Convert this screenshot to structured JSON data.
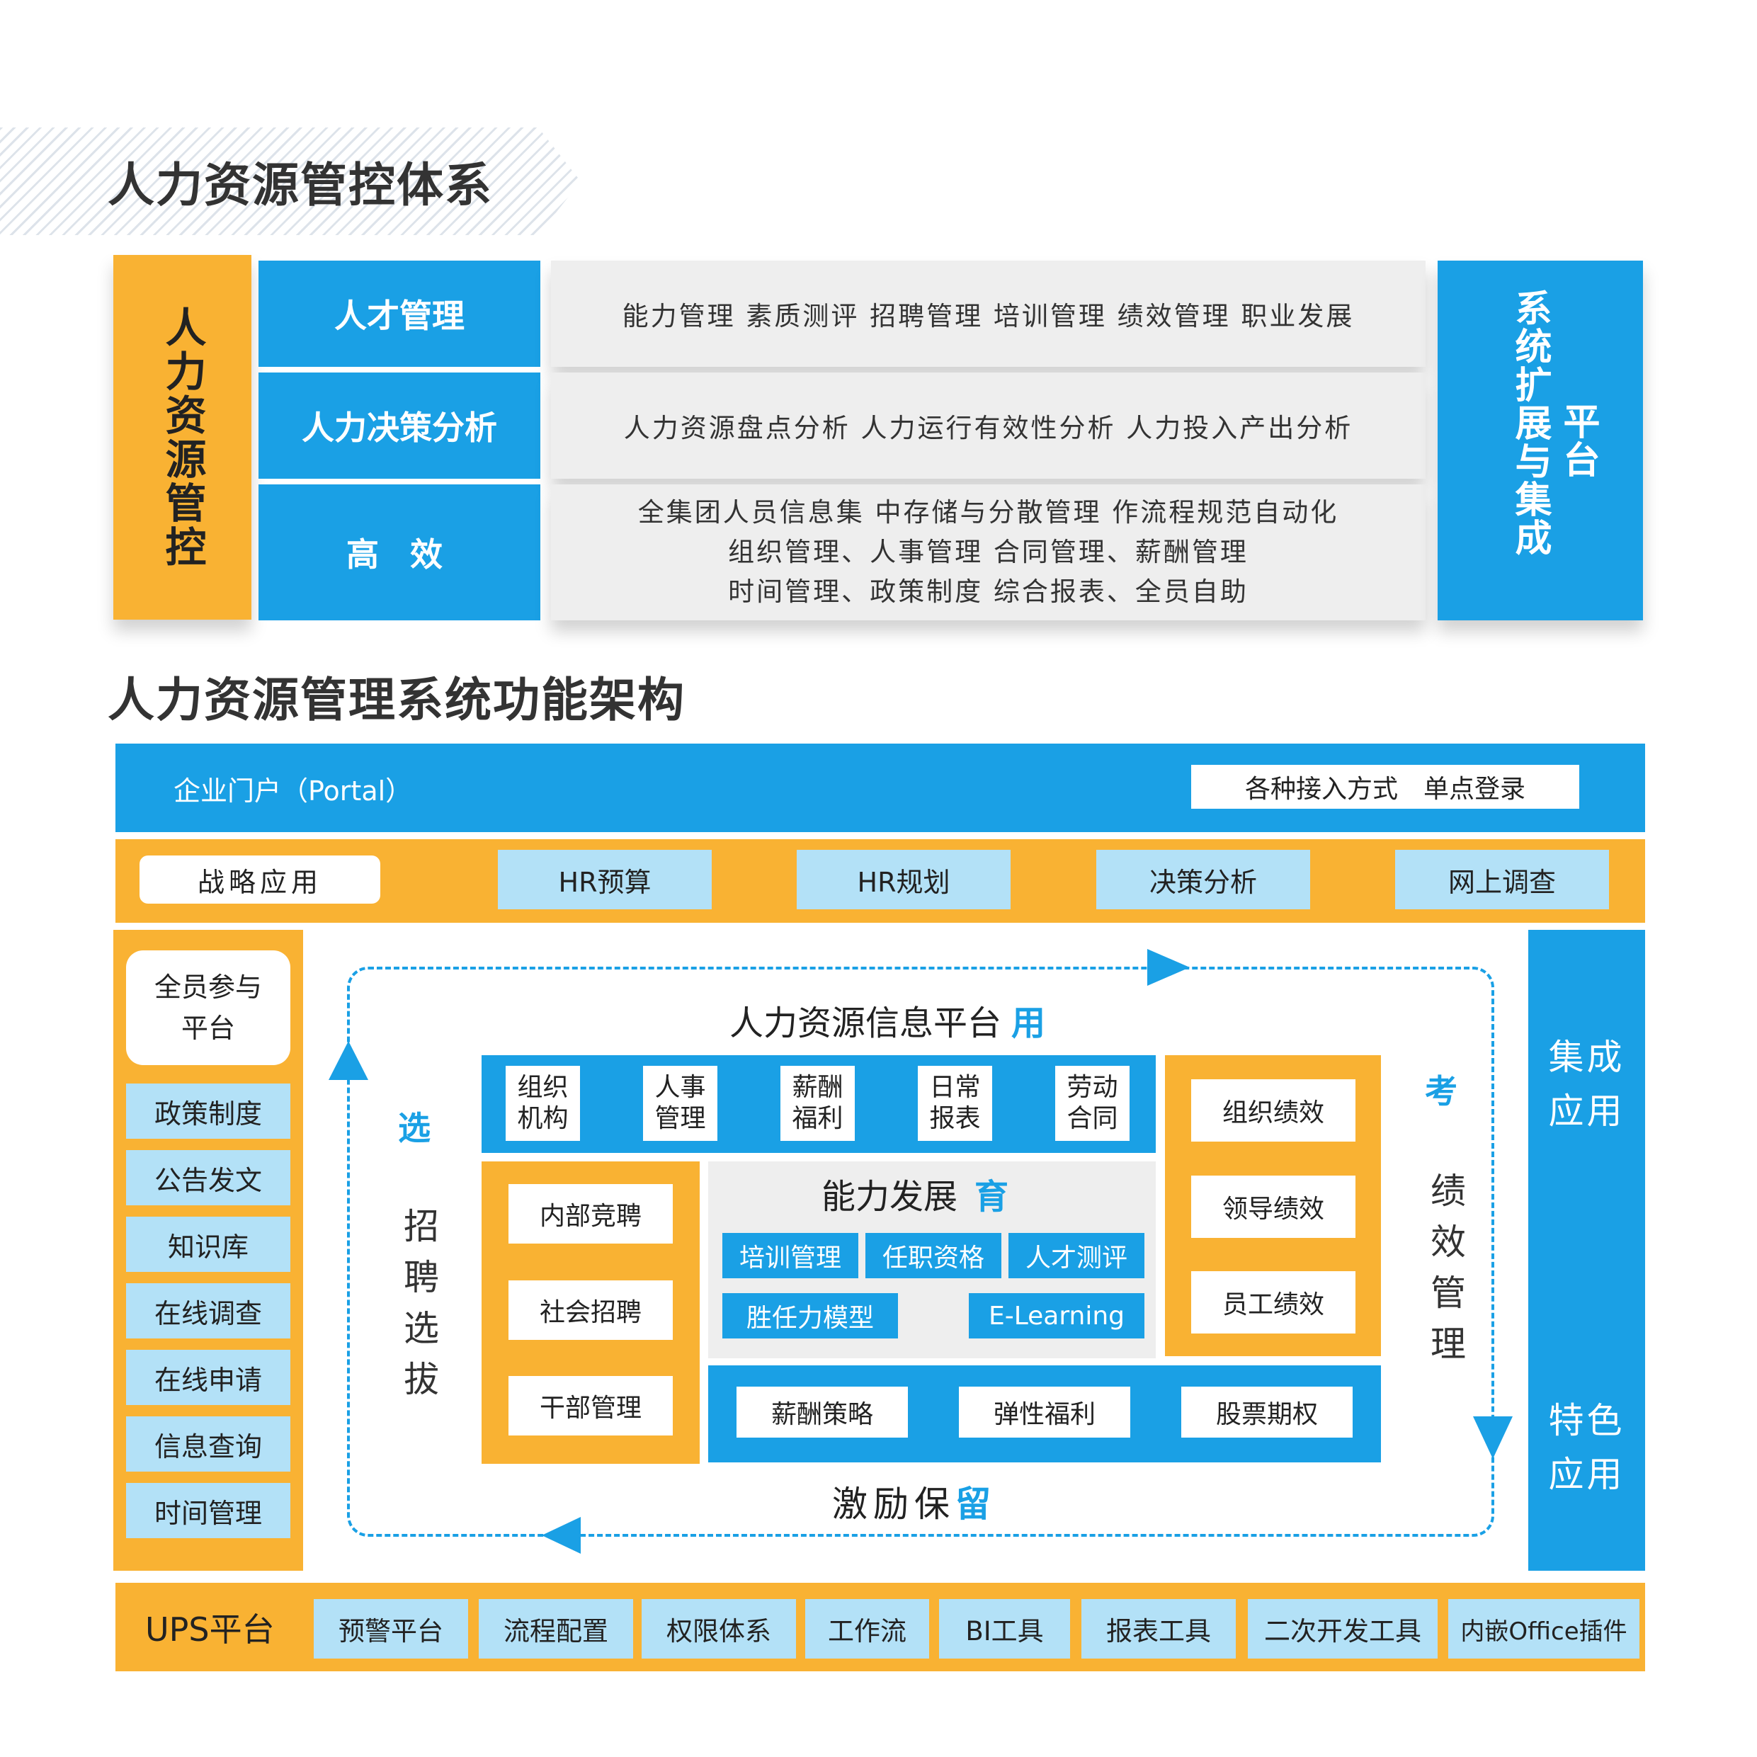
{
  "section1": {
    "title": "人力资源管控体系",
    "left_vertical": "人力资源管控",
    "rows": [
      {
        "label": "人才管理",
        "content": [
          "能力管理 素质测评 招聘管理 培训管理 绩效管理 职业发展"
        ]
      },
      {
        "label": "人力决策分析",
        "content": [
          "人力资源盘点分析 人力运行有效性分析 人力投入产出分析"
        ]
      },
      {
        "label": "高 效",
        "content": [
          "全集团人员信息集 中存储与分散管理 作流程规范自动化",
          "组织管理、人事管理 合同管理、薪酬管理",
          "时间管理、政策制度 综合报表、全员自助"
        ]
      }
    ],
    "right_col1": "系统扩展与集成",
    "right_col2": "平台"
  },
  "section2": {
    "title": "人力资源管理系统功能架构",
    "portal": {
      "label": "企业门户（Portal）",
      "box": "各种接入方式　单点登录"
    },
    "strategy": {
      "label": "战略应用",
      "items": [
        "HR预算",
        "HR规划",
        "决策分析",
        "网上调查"
      ]
    },
    "left_panel": {
      "head": [
        "全员参与",
        "平台"
      ],
      "items": [
        "政策制度",
        "公告发文",
        "知识库",
        "在线调查",
        "在线申请",
        "信息查询",
        "时间管理"
      ]
    },
    "right_panel": {
      "top": [
        "集成",
        "应用"
      ],
      "bottom": [
        "特色",
        "应用"
      ]
    },
    "center": {
      "title": "人力资源信息平台",
      "title_accent": "用",
      "top_items": [
        [
          "组织",
          "机构"
        ],
        [
          "人事",
          "管理"
        ],
        [
          "薪酬",
          "福利"
        ],
        [
          "日常",
          "报表"
        ],
        [
          "劳动",
          "合同"
        ]
      ],
      "recruit_items": [
        "内部竞聘",
        "社会招聘",
        "干部管理"
      ],
      "ability_title": "能力发展",
      "ability_accent": "育",
      "ability_items": [
        "培训管理",
        "任职资格",
        "人才测评",
        "胜任力模型",
        "E-Learning"
      ],
      "incentive_items": [
        "薪酬策略",
        "弹性福利",
        "股票期权"
      ],
      "incentive_label": "激励保",
      "incentive_accent": "留",
      "perf_items": [
        "组织绩效",
        "领导绩效",
        "员工绩效"
      ],
      "left_accent": "选",
      "left_label": "招聘选拔",
      "right_accent": "考",
      "right_label": "绩效管理"
    },
    "ups": {
      "label": "UPS平台",
      "items": [
        "预警平台",
        "流程配置",
        "权限体系",
        "工作流",
        "BI工具",
        "报表工具",
        "二次开发工具",
        "内嵌Office插件"
      ]
    }
  },
  "colors": {
    "blue": "#1aa0e5",
    "orange": "#f9b233",
    "light_blue": "#b3e1f7",
    "gray": "#eeeeee"
  }
}
